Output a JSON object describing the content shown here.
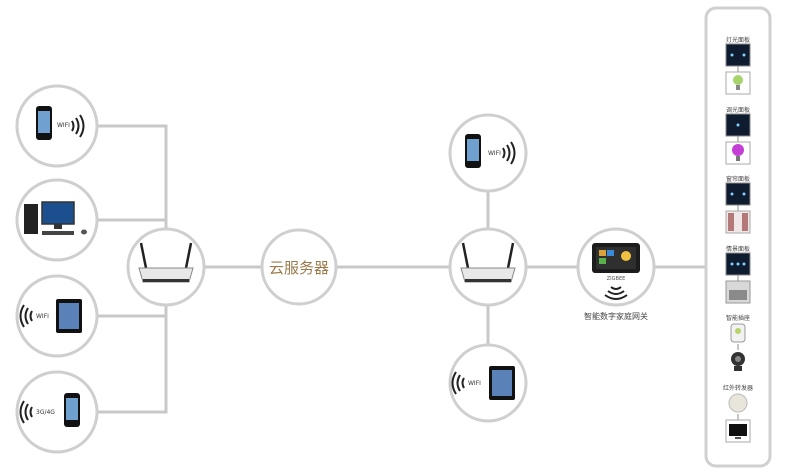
{
  "cloud": {
    "label": "云服务器"
  },
  "left_devices": [
    {
      "name": "iphone",
      "badge": "WIFI"
    },
    {
      "name": "desktop-pc",
      "badge": ""
    },
    {
      "name": "ipad",
      "badge": "WIFI"
    },
    {
      "name": "iphone",
      "badge": "3G/4G"
    }
  ],
  "right_devices": [
    {
      "name": "iphone",
      "badge": "WIFI"
    },
    {
      "name": "ipad",
      "badge": "WIFI"
    }
  ],
  "gateway": {
    "label": "智能数字家庭网关",
    "badge": "ZIGBEE"
  },
  "panel": {
    "groups": [
      {
        "label": "灯光面板",
        "devices": [
          "switch-panel",
          "bulb"
        ]
      },
      {
        "label": "调光面板",
        "devices": [
          "switch-panel",
          "purple-bulb"
        ]
      },
      {
        "label": "窗帘面板",
        "devices": [
          "switch-panel",
          "curtain"
        ]
      },
      {
        "label": "情景面板",
        "devices": [
          "switch-panel",
          "scene-room"
        ]
      },
      {
        "label": "智能插座",
        "devices": [
          "smart-socket",
          "camera"
        ]
      },
      {
        "label": "红外转发器",
        "devices": [
          "ir-repeater",
          "television"
        ]
      }
    ]
  },
  "colors": {
    "line": "#c8c8c8",
    "circle_border": "#cfcfcf",
    "cloud_text": "#9a7a4a",
    "wifi": "#222222"
  }
}
